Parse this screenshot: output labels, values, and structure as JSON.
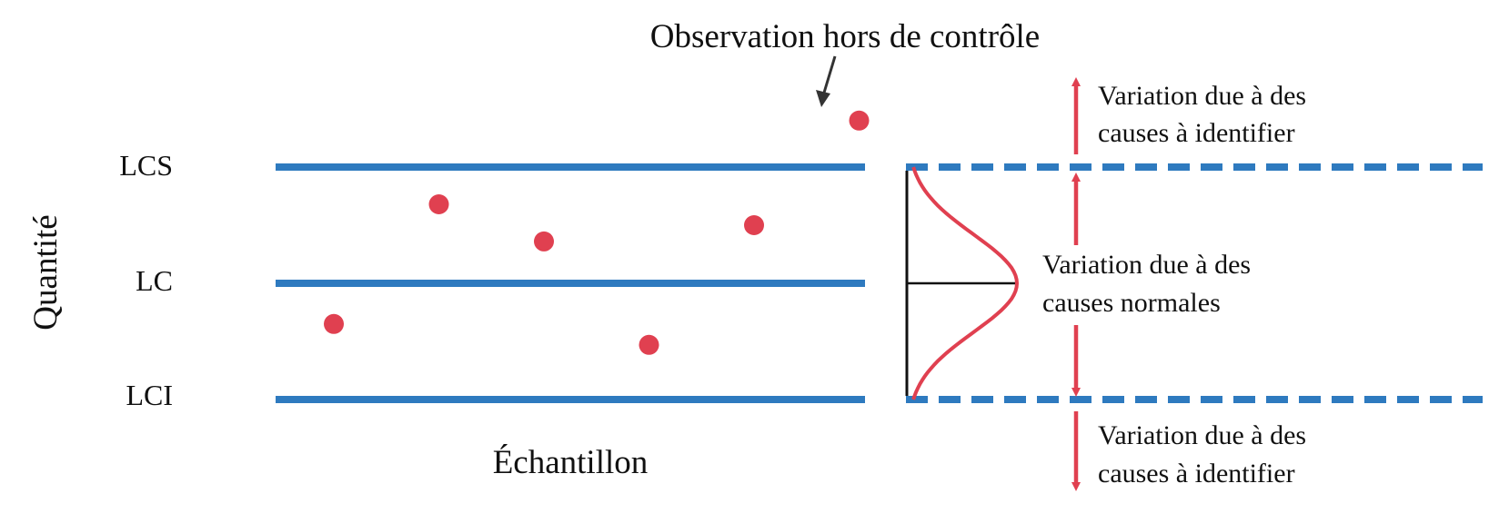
{
  "labels": {
    "y_axis": "Quantité",
    "x_axis": "Échantillon",
    "ucl": "LCS",
    "cl": "LC",
    "lcl": "LCI",
    "out_of_control": "Observation hors de contrôle",
    "upper_special_line1": "Variation due à des",
    "upper_special_line2": "causes à identifier",
    "normal_line1": "Variation due à des",
    "normal_line2": "causes normales",
    "lower_special_line1": "Variation due à des",
    "lower_special_line2": "causes à identifier"
  },
  "colors": {
    "limit_lines": "#2e7abf",
    "points": "#e04050",
    "arrows": "#e04050",
    "text": "#111111",
    "axis": "#111111"
  },
  "samples": [
    {
      "index": 1,
      "value": -0.35,
      "in_control": true
    },
    {
      "index": 2,
      "value": 0.68,
      "in_control": true
    },
    {
      "index": 3,
      "value": 0.36,
      "in_control": true
    },
    {
      "index": 4,
      "value": -0.53,
      "in_control": true
    },
    {
      "index": 5,
      "value": 0.5,
      "in_control": true
    },
    {
      "index": 6,
      "value": 1.4,
      "in_control": false
    }
  ],
  "limits": {
    "lcl": -1,
    "cl": 0,
    "ucl": 1
  }
}
